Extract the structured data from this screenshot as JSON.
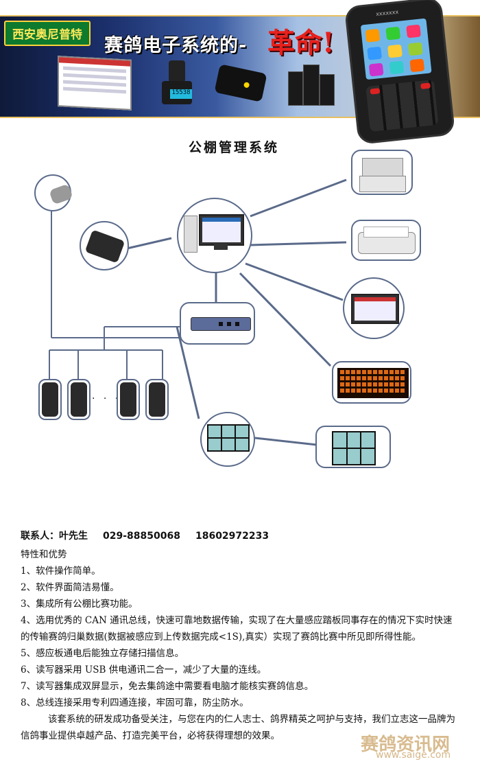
{
  "banner": {
    "brand": "西安奥尼普特",
    "headline": "赛鸽电子系统的-",
    "headline_red": "革命!",
    "lcd_reading": "15538"
  },
  "diagram": {
    "title": "公棚管理系统",
    "ellipsis": "· · ·"
  },
  "contact": {
    "label": "联系人：叶先生",
    "phone1": "029-88850068",
    "phone2": "18602972233"
  },
  "features": {
    "heading": "特性和优势",
    "items": [
      "1、软件操作简单。",
      "2、软件界面简洁易懂。",
      "3、集成所有公棚比赛功能。",
      "4、选用优秀的 CAN 通讯总线，快速可靠地数据传输，实现了在大量感应踏板同事存在的情况下实时快速的传输赛鸽归巢数据(数据被感应到上传数据完成<1S),真实）实现了赛鸽比赛中所见即所得性能。",
      "5、感应板通电后能独立存储扫描信息。",
      "6、读写器采用 USB 供电通讯二合一，减少了大量的连线。",
      "7、读写器集成双屏显示，免去集鸽途中需要看电脑才能核实赛鸽信息。",
      "8、总线连接采用专利四通连接，牢固可靠，防尘防水。"
    ],
    "closing": "该套系统的研发成功备受关注，与您在内的仁人志士、鸽界精英之呵护与支持，我们立志这一品牌为信鸽事业提供卓越产品、打造完美平台，必将获得理想的效果。"
  },
  "watermark": {
    "name": "赛鸽资讯网",
    "url": "www.saige.com"
  },
  "colors": {
    "line": "#5a6a8a",
    "headline_red": "#e8201c",
    "brand_bg": "#0d7a2e"
  }
}
